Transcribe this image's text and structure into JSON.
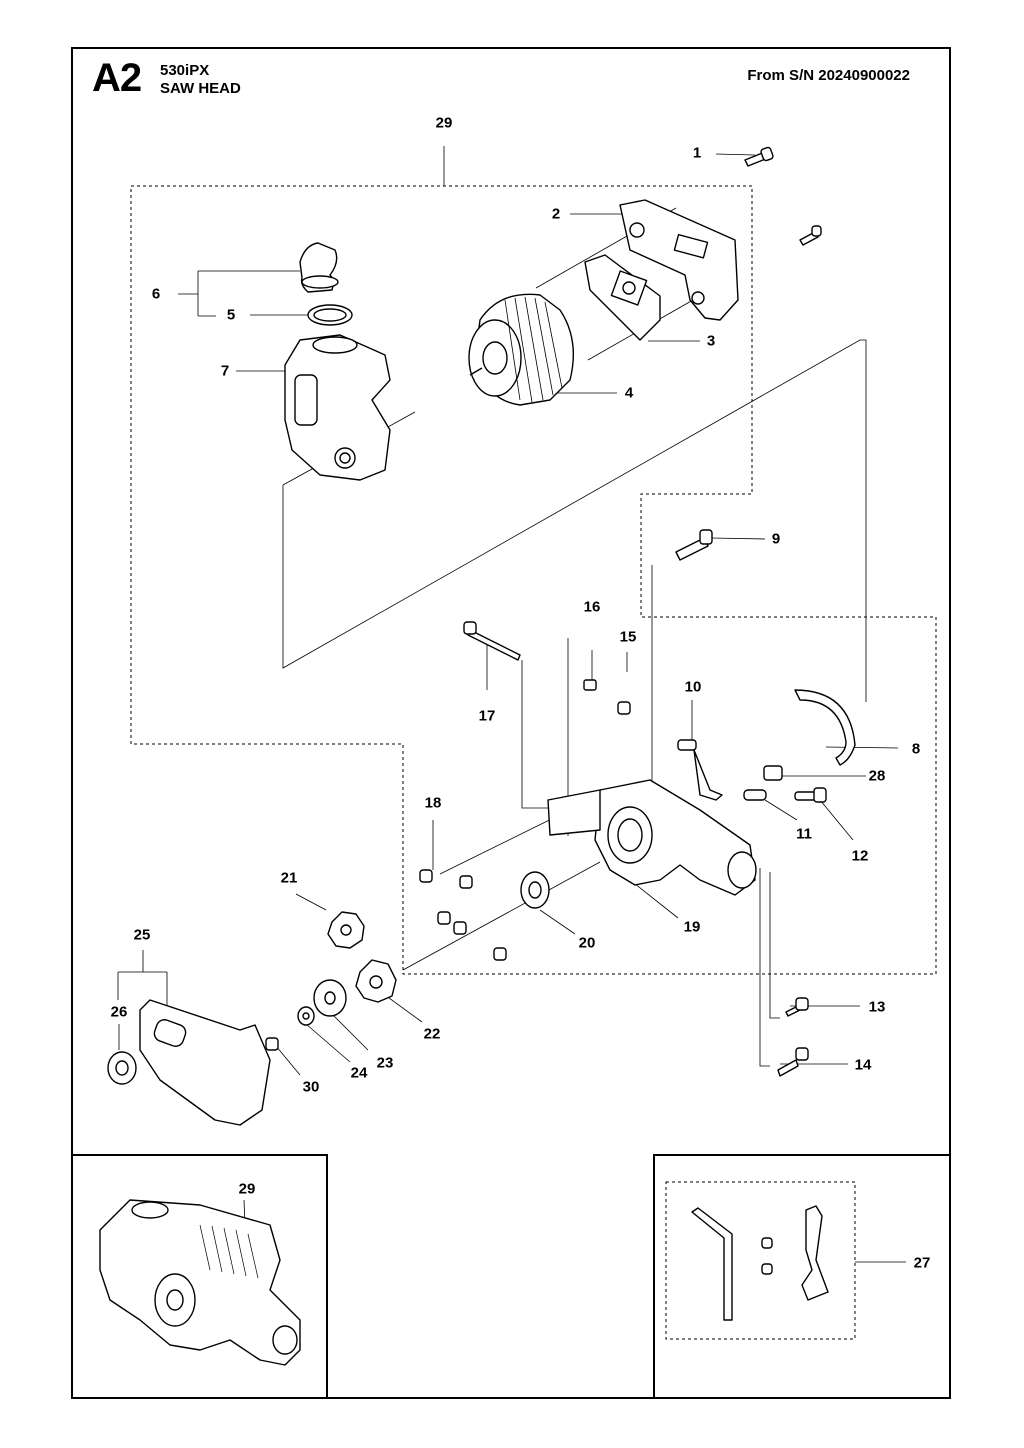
{
  "header": {
    "diagram_code": "A2",
    "model": "530iPX",
    "title": "SAW HEAD",
    "serial_note": "From S/N 20240900022"
  },
  "callouts": {
    "c1": "1",
    "c2": "2",
    "c3": "3",
    "c4": "4",
    "c5": "5",
    "c6": "6",
    "c7": "7",
    "c8": "8",
    "c9": "9",
    "c10": "10",
    "c11": "11",
    "c12": "12",
    "c13": "13",
    "c14": "14",
    "c15": "15",
    "c16": "16",
    "c17": "17",
    "c18": "18",
    "c19": "19",
    "c20": "20",
    "c21": "21",
    "c22": "22",
    "c23": "23",
    "c24": "24",
    "c25": "25",
    "c26": "26",
    "c27": "27",
    "c28": "28",
    "c29": "29",
    "c30": "30",
    "c29_inset": "29"
  }
}
